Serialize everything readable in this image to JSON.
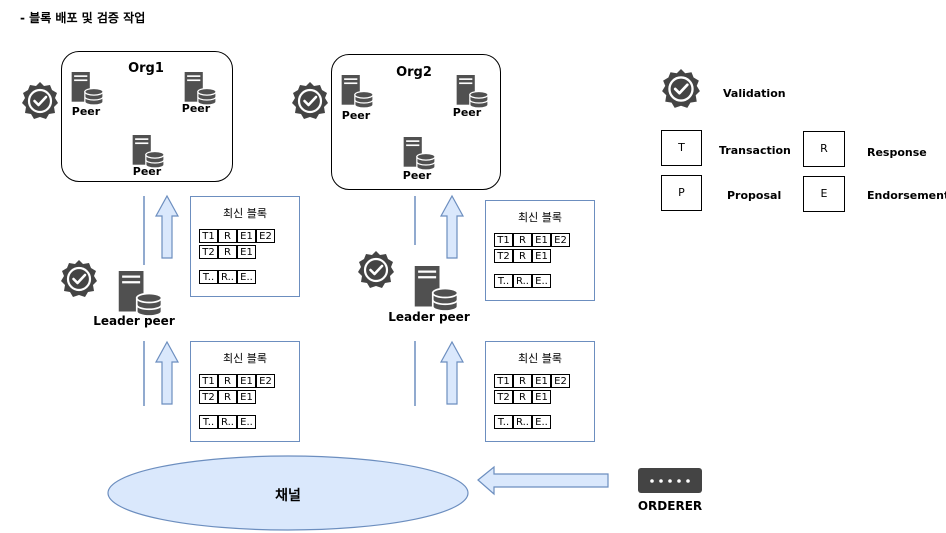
{
  "title": "- 블록 배포 및 검증 작업",
  "org1": {
    "name": "Org1",
    "peer_label": "Peer"
  },
  "org2": {
    "name": "Org2",
    "peer_label": "Peer"
  },
  "leader_peer_label": "Leader peer",
  "block": {
    "title": "최신 블록",
    "row1": [
      "T1",
      "R",
      "E1",
      "E2"
    ],
    "row2": [
      "T2",
      "R",
      "E1"
    ],
    "row3": [
      "T..",
      "R..",
      "E.."
    ]
  },
  "legend": {
    "validation": "Validation",
    "transaction_key": "T",
    "transaction": "Transaction",
    "proposal_key": "P",
    "proposal": "Proposal",
    "response_key": "R",
    "response": "Response",
    "endorsement_key": "E",
    "endorsement": "Endorsement"
  },
  "channel_label": "채널",
  "orderer_label": "ORDERER",
  "colors": {
    "arrow_fill": "#dae8fc",
    "arrow_stroke": "#6c8ebf",
    "channel_fill": "#dae8fc",
    "icon_gray": "#444444",
    "server_gray": "#505050"
  }
}
